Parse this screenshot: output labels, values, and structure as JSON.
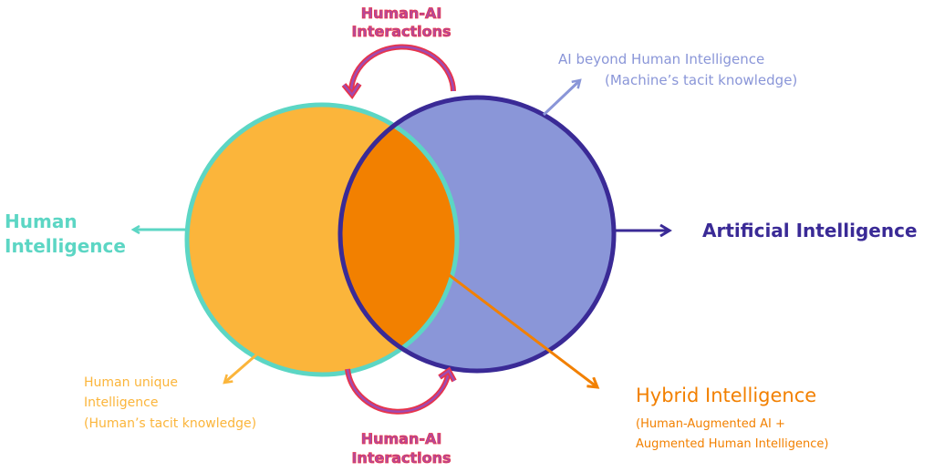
{
  "colors": {
    "human": "#5cd6c4",
    "human_fill": "#fbb53b",
    "ai": "#3a2a96",
    "ai_fill": "#8a96d8",
    "hybrid": "#f28000",
    "interaction": "#b04aa0",
    "interaction_outline": "#e8344a"
  },
  "labels": {
    "interaction_top": [
      "Human-AI",
      "Interactions"
    ],
    "interaction_bottom": [
      "Human-AI",
      "Interactions"
    ],
    "ai_beyond": [
      "AI beyond Human Intelligence",
      "(Machine’s tacit knowledge)"
    ],
    "human_intelligence": [
      "Human",
      "Intelligence"
    ],
    "artificial_intelligence": "Artificial Intelligence",
    "human_unique": [
      "Human unique",
      "Intelligence",
      "(Human’s tacit knowledge)"
    ],
    "hybrid": {
      "title": "Hybrid Intelligence",
      "subtitle": [
        "(Human-Augmented AI +",
        "Augmented Human Intelligence)"
      ]
    }
  }
}
